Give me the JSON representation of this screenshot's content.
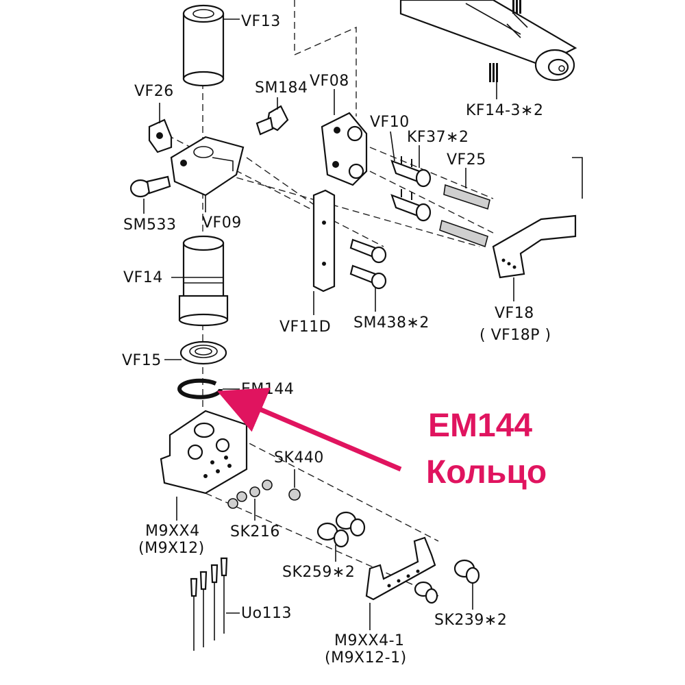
{
  "labels": {
    "vf13": "VF13",
    "vf26": "VF26",
    "sm184": "SM184",
    "vf08": "VF08",
    "kf14": "KF14-3∗2",
    "vf10": "VF10",
    "kf37": "KF37∗2",
    "vf25": "VF25",
    "sm533": "SM533",
    "vf09": "VF09",
    "vf14": "VF14",
    "vf11d": "VF11D",
    "sm438": "SM438∗2",
    "vf18": "VF18",
    "vf18p": "( VF18P )",
    "vf15": "VF15",
    "em144": "EM144",
    "sk440": "SK440",
    "m9xx4": "M9XX4",
    "m9x12": "(M9X12)",
    "sk216": "SK216",
    "sk259": "SK259∗2",
    "sk239": "SK239∗2",
    "uo113": "Uo113",
    "m9xx4_1": "M9XX4-1",
    "m9x12_1": "(M9X12-1)"
  },
  "callout": {
    "code": "EM144",
    "name": "Кольцо",
    "color": "#e0145f"
  }
}
